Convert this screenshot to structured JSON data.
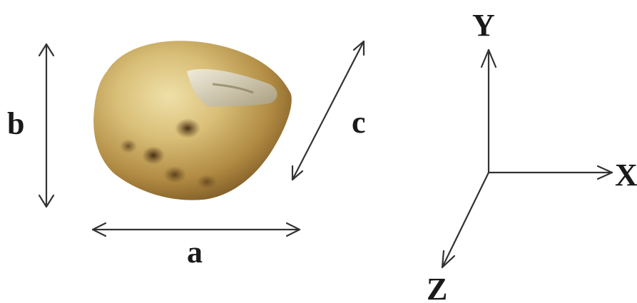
{
  "dimension_labels": {
    "a": "a",
    "b": "b",
    "c": "c"
  },
  "axis_labels": {
    "x": "X",
    "y": "Y",
    "z": "Z"
  },
  "colors": {
    "seed_light": "#e3cf8a",
    "seed_mid": "#b8954a",
    "seed_dark": "#6b4a1c",
    "seed_spot": "#4a3014",
    "hilum": "#d8d2c2",
    "line": "#333333"
  }
}
